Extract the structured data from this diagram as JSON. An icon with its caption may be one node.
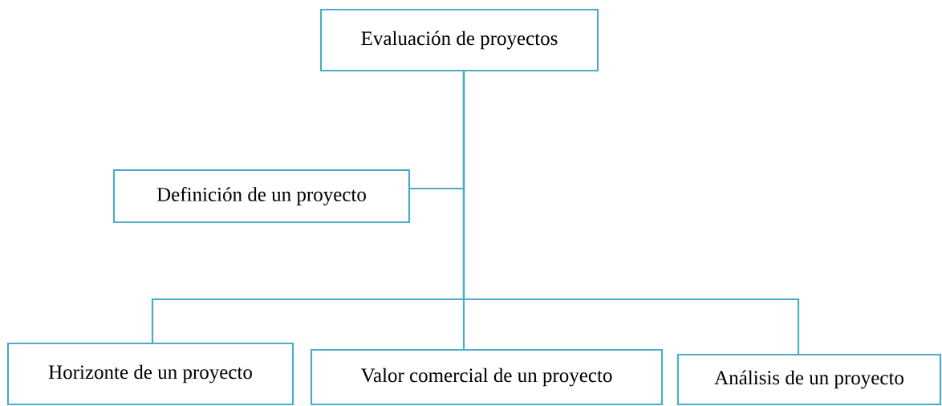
{
  "diagram": {
    "nodes": [
      {
        "text": [
          "Evaluación de proyectos"
        ]
      },
      {
        "text": [
          "Definición de un proyecto"
        ]
      },
      {
        "text": [
          "Horizonte de un proyecto"
        ]
      },
      {
        "text": [
          "Valor comercial de un proyecto"
        ]
      },
      {
        "text": [
          "Análisis de un proyecto"
        ]
      }
    ],
    "edges": [
      {
        "from": 0,
        "to": 1,
        "arrow": "none"
      },
      {
        "from": 0,
        "to": 2,
        "arrow": "none"
      },
      {
        "from": 0,
        "to": 3,
        "arrow": "none"
      },
      {
        "from": 0,
        "to": 4,
        "arrow": "none"
      }
    ]
  }
}
